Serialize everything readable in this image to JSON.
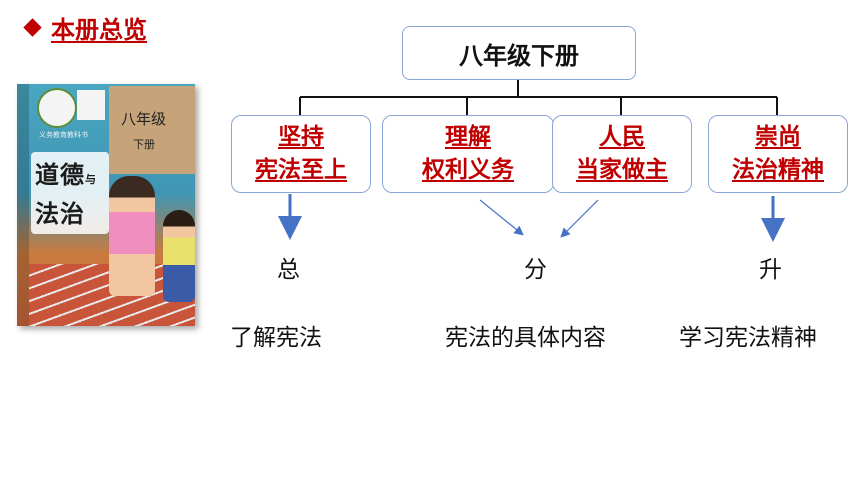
{
  "heading": {
    "text": "本册总览"
  },
  "cover": {
    "grade": "八年级",
    "volume": "下册",
    "title_line1": "道德",
    "title_join": "与",
    "title_line2": "法治",
    "publisher": "义务教育教科书"
  },
  "diagram": {
    "root": "八年级下册",
    "units": [
      {
        "line1": "坚持",
        "line2": "宪法至上"
      },
      {
        "line1": "理解",
        "line2": "权利义务"
      },
      {
        "line1": "人民",
        "line2": "当家做主"
      },
      {
        "line1": "崇尚",
        "line2": "法治精神"
      }
    ],
    "stages": [
      {
        "mark": "总",
        "desc": "了解宪法"
      },
      {
        "mark": "分",
        "desc": "宪法的具体内容"
      },
      {
        "mark": "升",
        "desc": "学习宪法精神"
      }
    ]
  },
  "colors": {
    "accent": "#c00000",
    "box_border": "#8aa6d6",
    "arrow": "#4472c4"
  }
}
